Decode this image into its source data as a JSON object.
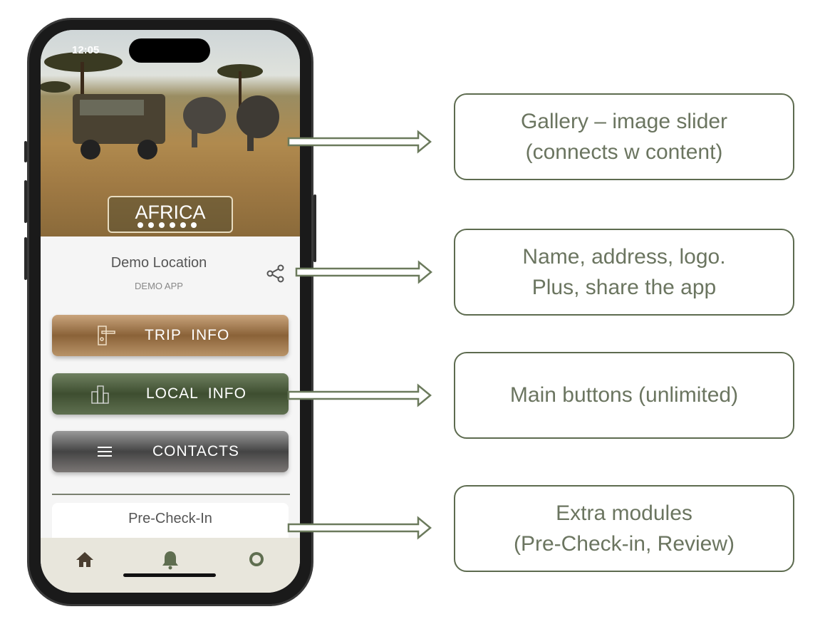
{
  "phone": {
    "status_time": "12:05",
    "gallery": {
      "title": "AFRICA",
      "slide_count": 6
    },
    "location": {
      "name": "Demo Location",
      "subtitle": "DEMO APP"
    },
    "buttons": [
      {
        "label": "TRIP  INFO",
        "icon": "door-handle-icon",
        "color": "#a07a4c"
      },
      {
        "label": "LOCAL  INFO",
        "icon": "buildings-icon",
        "color": "#4a5a3c"
      },
      {
        "label": "CONTACTS",
        "icon": "menu-icon",
        "color": "#555250"
      }
    ],
    "module": {
      "label": "Pre-Check-In"
    },
    "tabbar": [
      "home-icon",
      "bell-icon",
      "gear-icon"
    ]
  },
  "callouts": [
    {
      "line1": "Gallery – image slider",
      "line2": "(connects w content)"
    },
    {
      "line1": "Name, address, logo.",
      "line2": "Plus, share the app"
    },
    {
      "line1": "Main buttons (unlimited)"
    },
    {
      "line1": "Extra modules",
      "line2": "(Pre-Check-in, Review)"
    }
  ]
}
